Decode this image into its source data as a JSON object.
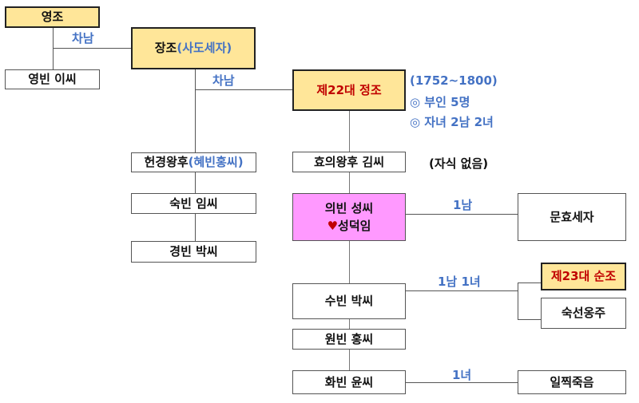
{
  "nodes": {
    "yeongjo": {
      "name": "영조"
    },
    "yeongbin": {
      "name": "영빈 이씨"
    },
    "jangjo": {
      "name": "장조",
      "alias": "(사도세자)"
    },
    "jeongjo": {
      "name": "제22대 정조"
    },
    "hyegyeong": {
      "name": "헌경왕후",
      "alias": "(혜빈홍씨)"
    },
    "sukbin": {
      "name": "숙빈 임씨"
    },
    "gyeongbin": {
      "name": "경빈 박씨"
    },
    "hyoui": {
      "name": "효의왕후 김씨"
    },
    "uibin": {
      "name": "의빈 성씨",
      "sub_icon": "heart-icon",
      "sub_icon_glyph": "♥",
      "sub": "성덕임"
    },
    "subin": {
      "name": "수빈 박씨"
    },
    "wonbin": {
      "name": "원빈 홍씨"
    },
    "hwabin": {
      "name": "화빈 윤씨"
    },
    "munhyo": {
      "name": "문효세자"
    },
    "sunjo": {
      "name": "제23대 순조"
    },
    "sukseon": {
      "name": "숙선옹주"
    },
    "early_death": {
      "name": "일찍죽음"
    }
  },
  "labels": {
    "yeongjo_child": "차남",
    "jangjo_child": "차남",
    "jeongjo_years": "(1752~1800)",
    "jeongjo_wives": "◎ 부인 5명",
    "jeongjo_children": "◎ 자녀 2남 2녀",
    "hyoui_children": "(자식 없음)",
    "uibin_children": "1남",
    "subin_children": "1남 1녀",
    "hwabin_children": "1녀"
  },
  "colors": {
    "king_fill": "#ffe699",
    "consort_highlight": "#ff99ff",
    "king_text": "#c00000",
    "annotation": "#4472c4"
  }
}
